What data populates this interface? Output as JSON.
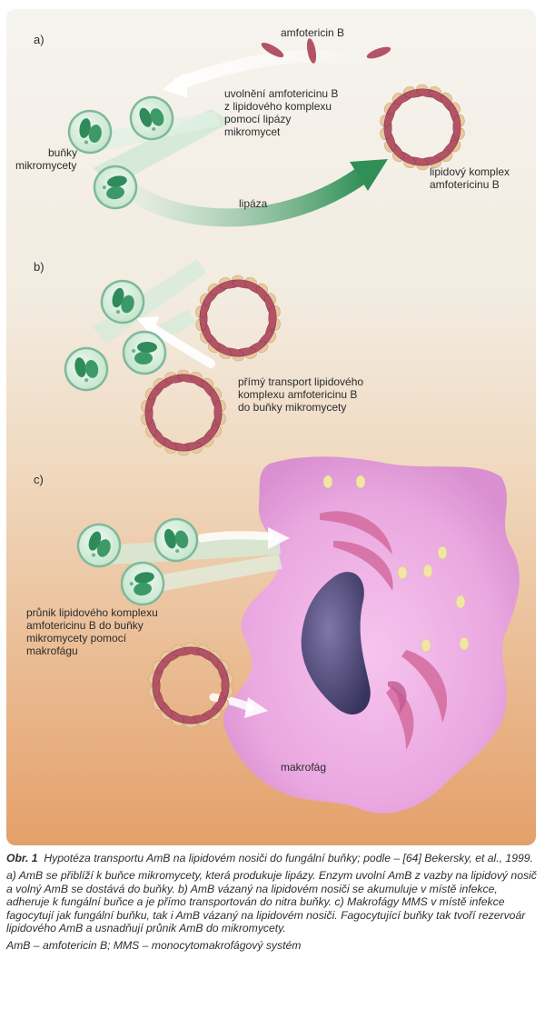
{
  "panels": {
    "a": {
      "label": "a)",
      "drug_label": "amfotericin B",
      "release_label": [
        "uvolnění amfotericinu B",
        "z lipidového komplexu",
        "pomocí lipázy",
        "mikromycet"
      ],
      "cells_label": [
        "buňky",
        "mikromycety"
      ],
      "complex_label": [
        "lipidový komplex",
        "amfotericinu B"
      ],
      "lipase_label": "lipáza"
    },
    "b": {
      "label": "b)",
      "transport_label": [
        "přímý transport lipidového",
        "komplexu amfotericinu B",
        "do buňky mikromycety"
      ]
    },
    "c": {
      "label": "c)",
      "penetration_label": [
        "průnik lipidového komplexu",
        "amfotericinu B do buňky",
        "mikromycety pomocí",
        "makrofágu"
      ],
      "macrophage_label": "makrofág"
    }
  },
  "caption": {
    "heading": "Obr. 1",
    "title": "Hypotéza transportu AmB na lipidovém nosiči do fungální buňky; podle – [64] Bekersky, et al., 1999.",
    "description": "a) AmB se přiblíží k buňce mikromycety, která produkuje lipázy. Enzym uvolní AmB z vazby na lipidový nosič a volný AmB se dostává do buňky. b) AmB vázaný na lipidovém nosiči se akumuluje v místě infekce, adheruje k fungální buňce a je přímo transportován do nitra buňky. c) Makrofágy MMS v místě infekce fagocytují jak fungální buňku, tak i AmB vázaný na lipidovém nosiči. Fagocytující buňky tak tvoří rezervoár lipidového AmB a usnadňují průnik AmB do mikromycety.",
    "abbreviations": "AmB – amfotericin B; MMS – monocytomakrofágový systém"
  },
  "colors": {
    "background_top": "#f4f1ea",
    "background_bottom": "#e6a672",
    "cell_fill": "#d6eddc",
    "cell_stroke": "#7fb99a",
    "nucleus": "#2f8a5c",
    "drug": "#b35466",
    "lipid_head": "#e8c9a0",
    "macrophage": "#e9a4de",
    "macrophage_nucleus": "#4b4478",
    "arrow_green": "#3e9a60"
  }
}
